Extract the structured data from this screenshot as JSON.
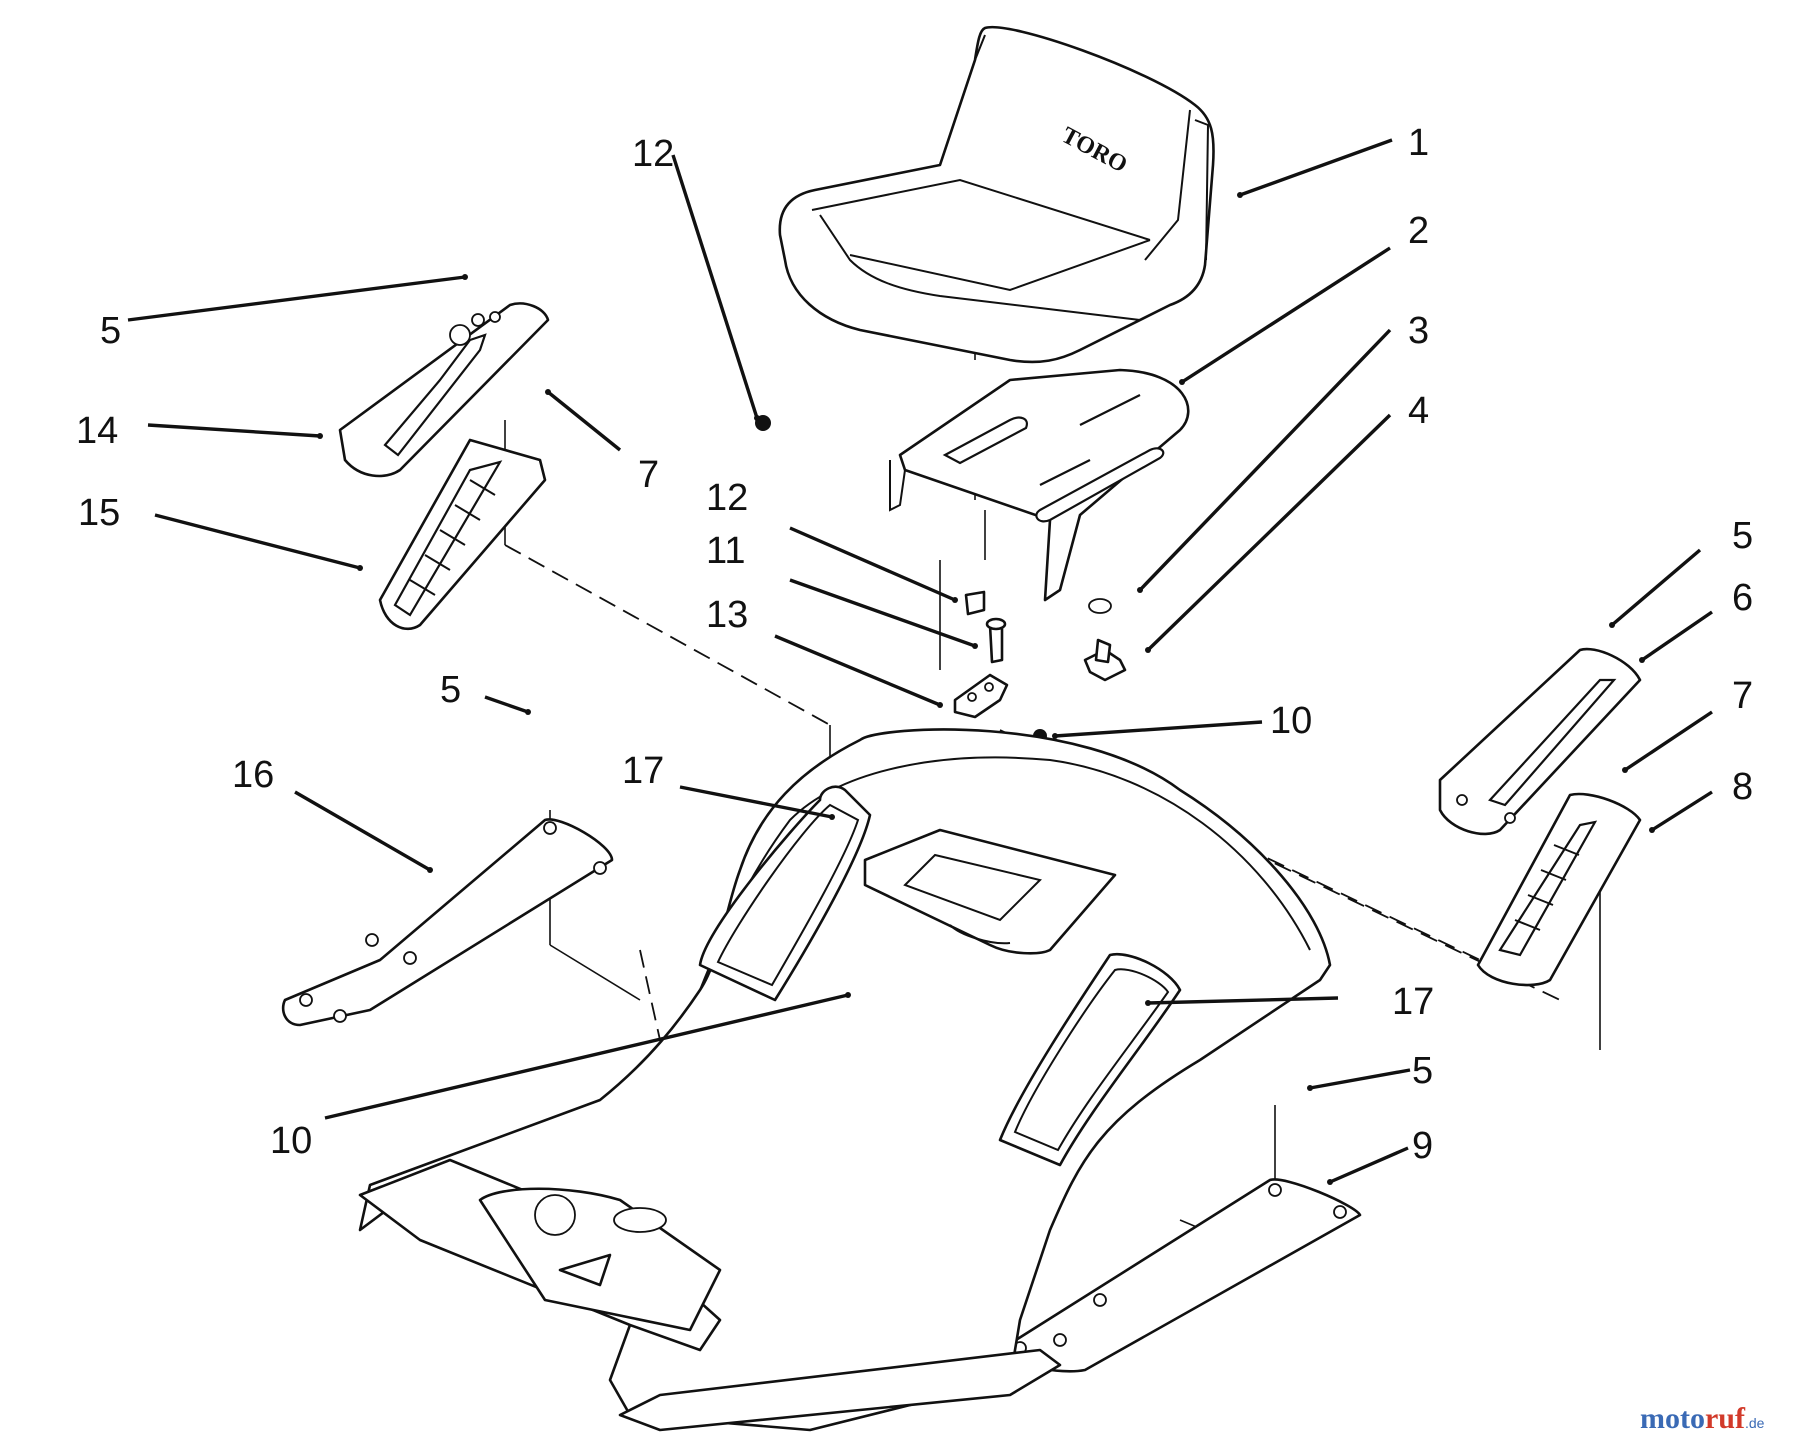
{
  "diagram": {
    "seat_brand": "TORO",
    "callouts": [
      {
        "id": "c-1",
        "label": "1"
      },
      {
        "id": "c-2",
        "label": "2"
      },
      {
        "id": "c-3",
        "label": "3"
      },
      {
        "id": "c-4",
        "label": "4"
      },
      {
        "id": "c-5a",
        "label": "5"
      },
      {
        "id": "c-5b",
        "label": "5"
      },
      {
        "id": "c-5c",
        "label": "5"
      },
      {
        "id": "c-5d",
        "label": "5"
      },
      {
        "id": "c-6",
        "label": "6"
      },
      {
        "id": "c-7a",
        "label": "7"
      },
      {
        "id": "c-7b",
        "label": "7"
      },
      {
        "id": "c-8",
        "label": "8"
      },
      {
        "id": "c-9",
        "label": "9"
      },
      {
        "id": "c-10a",
        "label": "10"
      },
      {
        "id": "c-10b",
        "label": "10"
      },
      {
        "id": "c-11",
        "label": "11"
      },
      {
        "id": "c-12a",
        "label": "12"
      },
      {
        "id": "c-12b",
        "label": "12"
      },
      {
        "id": "c-13",
        "label": "13"
      },
      {
        "id": "c-14",
        "label": "14"
      },
      {
        "id": "c-15",
        "label": "15"
      },
      {
        "id": "c-16",
        "label": "16"
      },
      {
        "id": "c-17a",
        "label": "17"
      },
      {
        "id": "c-17b",
        "label": "17"
      }
    ]
  },
  "watermark": {
    "brand_main": "moto",
    "brand_accent": "ruf",
    "brand_suffix": ".de"
  }
}
